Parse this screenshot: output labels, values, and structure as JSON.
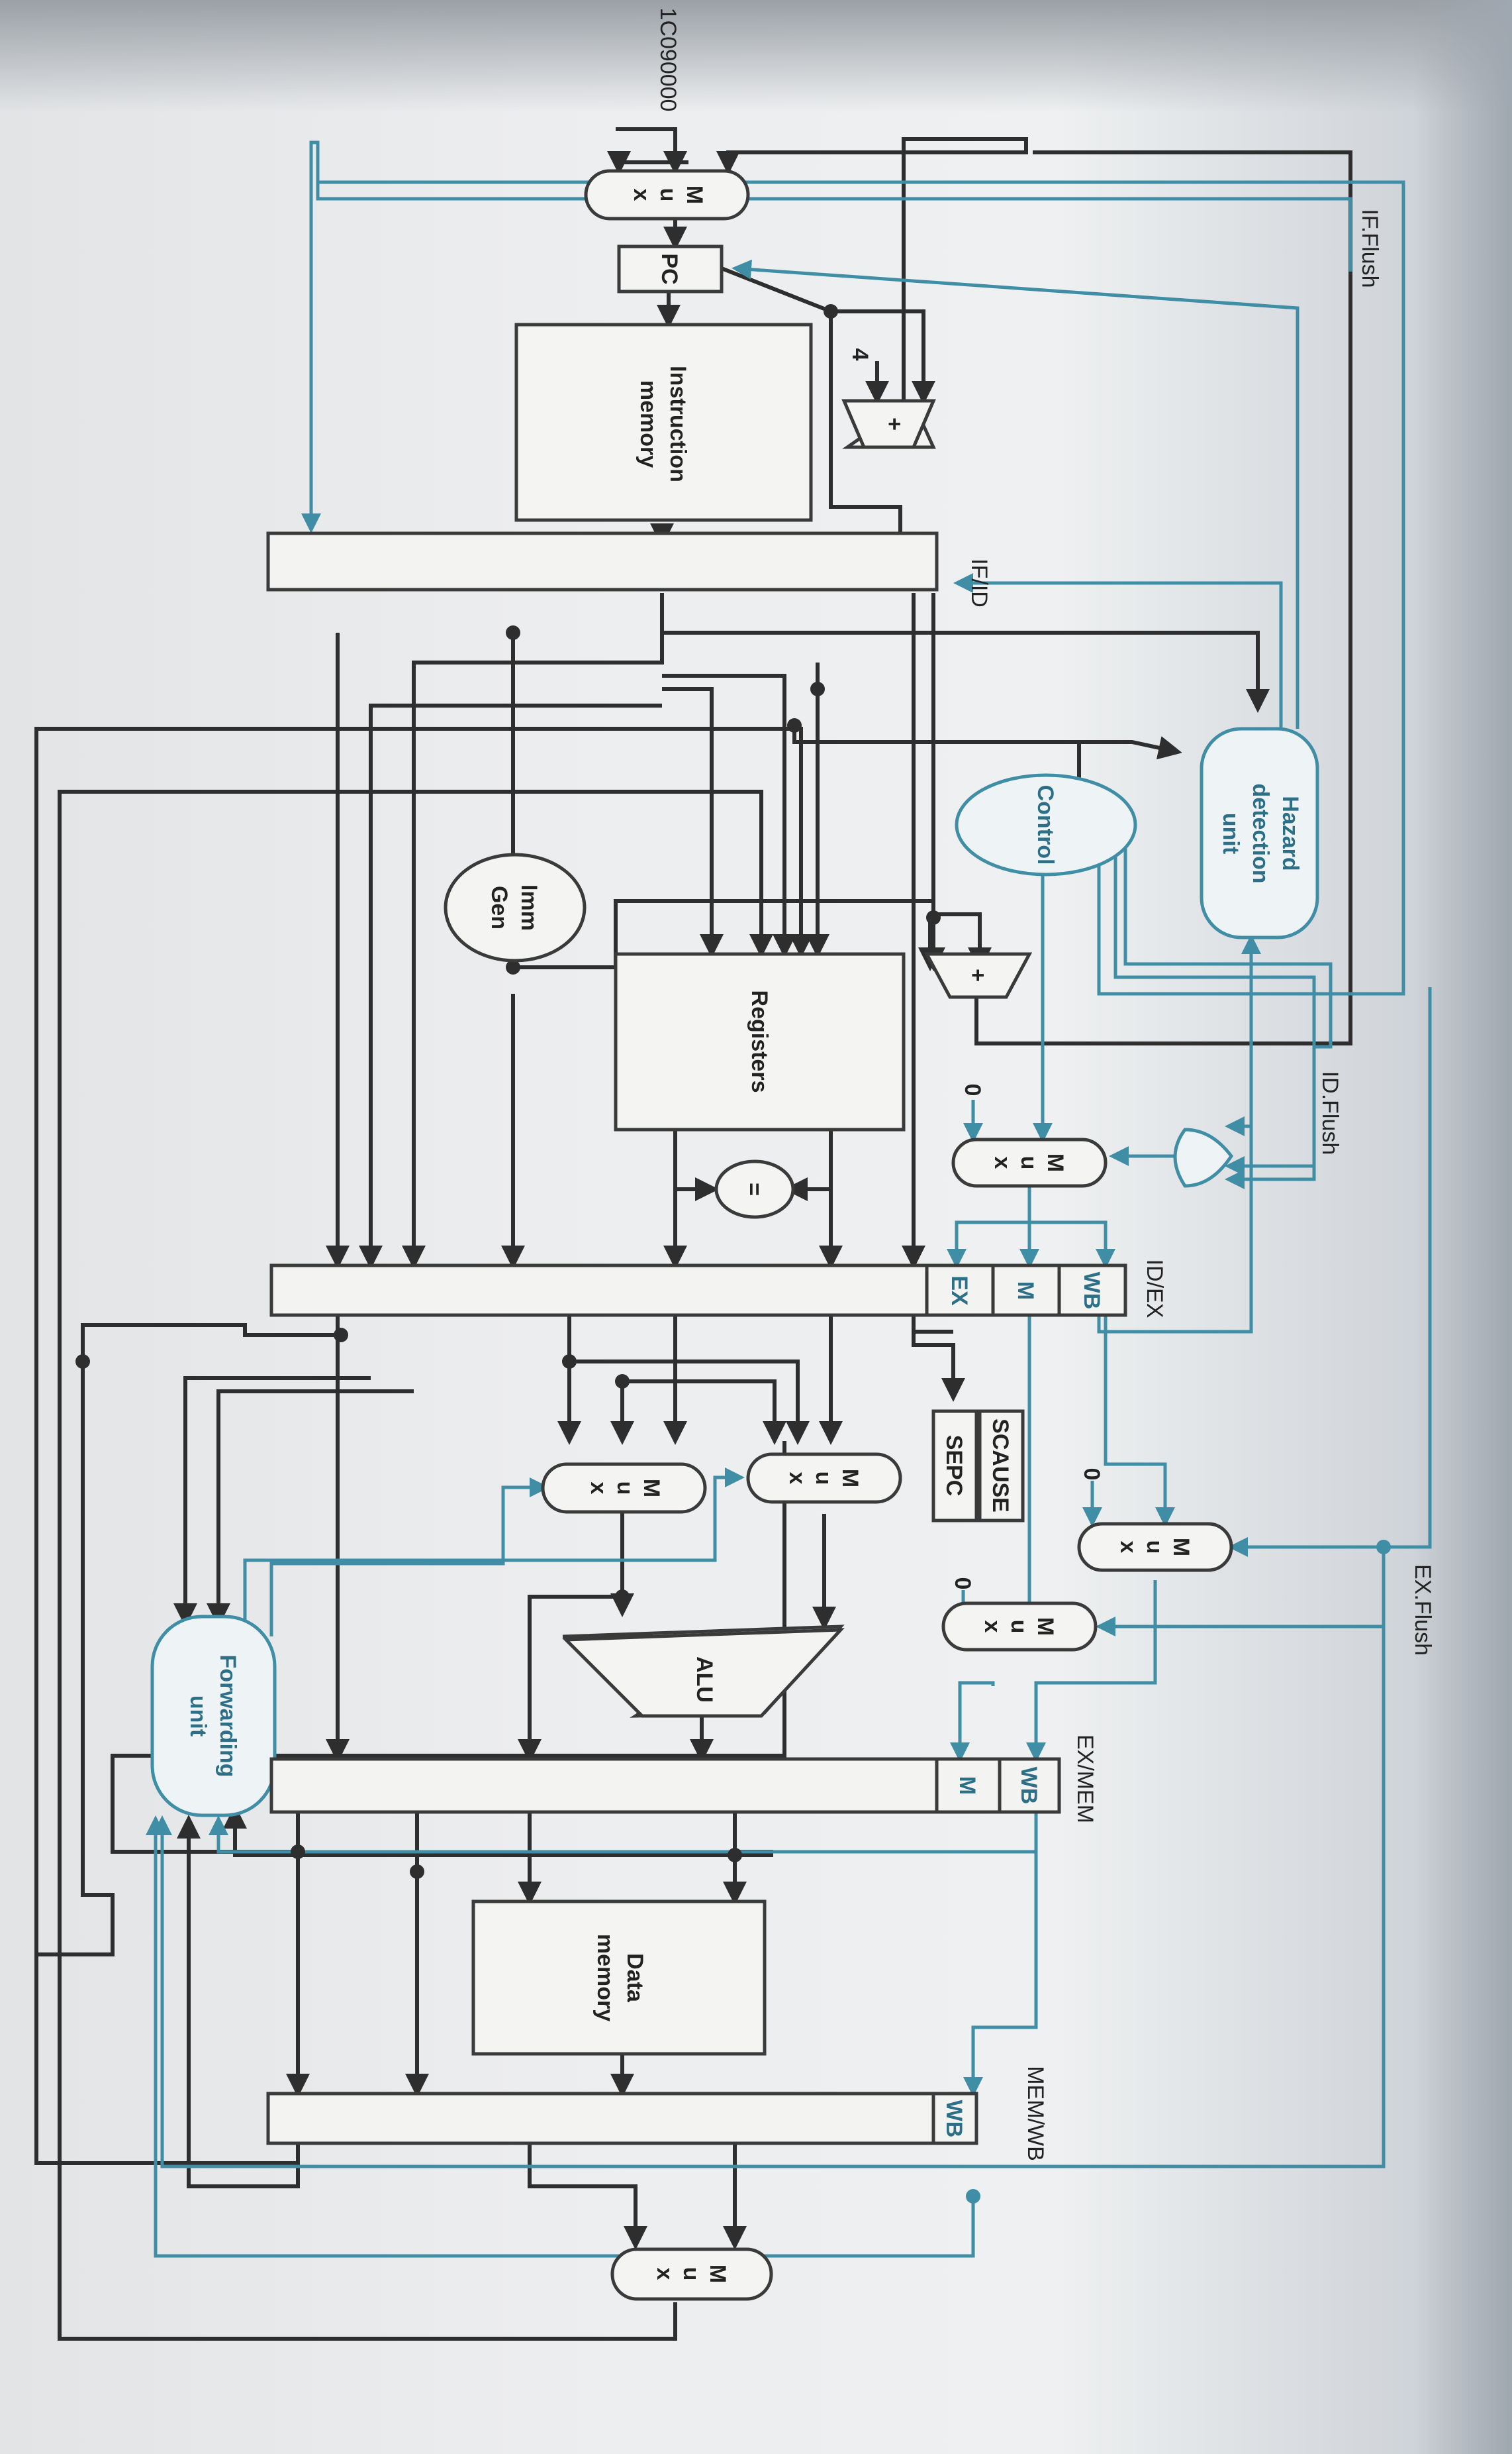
{
  "diagram": {
    "signals": {
      "if_flush": "IF.Flush",
      "id_flush": "ID.Flush",
      "ex_flush": "EX.Flush",
      "exception_address": "1C090000",
      "const_four": "4",
      "const_zero": "0"
    },
    "pipeline_registers": {
      "if_id": "IF/ID",
      "id_ex": "ID/EX",
      "ex_mem": "EX/MEM",
      "mem_wb": "MEM/WB"
    },
    "control_fields": {
      "wb": "WB",
      "m": "M",
      "ex": "EX"
    },
    "blocks": {
      "pc": "PC",
      "mux_letters": [
        "M",
        "u",
        "x"
      ],
      "instruction_memory": [
        "Instruction",
        "memory"
      ],
      "hazard_detection_unit": [
        "Hazard",
        "detection",
        "unit"
      ],
      "control": "Control",
      "imm_gen": [
        "Imm",
        "Gen"
      ],
      "registers": "Registers",
      "equal_compare": "=",
      "adder_symbol": "+",
      "scause": "SCAUSE",
      "sepc": "SEPC",
      "alu": "ALU",
      "forwarding_unit": [
        "Forwarding",
        "unit"
      ],
      "data_memory": [
        "Data",
        "memory"
      ]
    },
    "colors": {
      "datapath": "#2e2e2e",
      "control_path": "#3f8ea6"
    }
  }
}
